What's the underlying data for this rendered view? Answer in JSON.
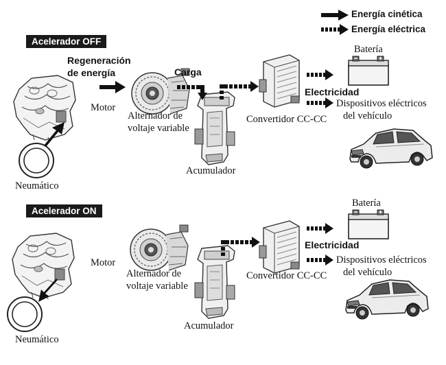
{
  "legend": {
    "kinetic_label": "Energía cinética",
    "electric_label": "Energía eléctrica"
  },
  "panel_off": {
    "badge": "Acelerador OFF",
    "regeneration_line1": "Regeneración",
    "regeneration_line2": "de energía",
    "charge": "Carga",
    "motor": "Motor",
    "alternator_line1": "Alternador de",
    "alternator_line2": "voltaje variable",
    "accumulator": "Acumulador",
    "converter": "Convertidor CC-CC",
    "electricity": "Electricidad",
    "battery": "Batería",
    "devices_line1": "Dispositivos eléctricos",
    "devices_line2": "del vehículo",
    "tire": "Neumático"
  },
  "panel_on": {
    "badge": "Acelerador ON",
    "motor": "Motor",
    "alternator_line1": "Alternador de",
    "alternator_line2": "voltaje variable",
    "accumulator": "Acumulador",
    "converter": "Convertidor CC-CC",
    "electricity": "Electricidad",
    "battery": "Batería",
    "devices_line1": "Dispositivos eléctricos",
    "devices_line2": "del vehículo",
    "tire": "Neumático"
  },
  "colors": {
    "ink": "#111111",
    "badge_bg": "#1a1a1a",
    "badge_text": "#ffffff",
    "illustration_stroke": "#333333",
    "illustration_fill": "#f2f2f2",
    "illustration_shade": "#9a9a9a"
  },
  "icons": [
    "engine-icon",
    "alternator-icon",
    "accumulator-icon",
    "dc-converter-icon",
    "battery-icon",
    "car-icon",
    "tire-icon",
    "kinetic-arrow-icon",
    "electric-arrow-icon"
  ]
}
